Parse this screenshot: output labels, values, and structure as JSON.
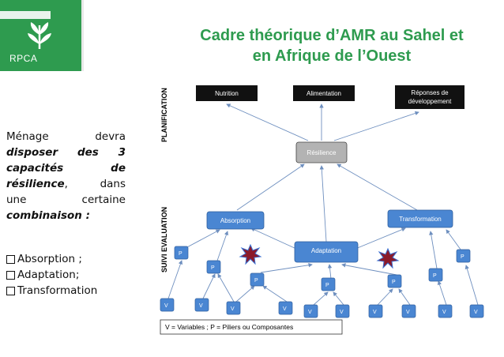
{
  "brand": {
    "logo_text": "RPCA",
    "accent": "#2e9b4f"
  },
  "title": {
    "line1": "Cadre théorique d’AMR au Sahel et",
    "line2": "en Afrique de l’Ouest"
  },
  "left_text": {
    "l1a": "Ménage",
    "l1b": "devra",
    "l2a": "disposer",
    "l2b": "des",
    "l2c": "3",
    "l3a": "capacités",
    "l3b": "de",
    "l4a": "résilience",
    "l4b": ",",
    "l4c": "dans",
    "l5a": "une",
    "l5b": "certaine",
    "l6": "combinaison :"
  },
  "bullets": [
    {
      "text": "Absorption ;",
      "suffix": ""
    },
    {
      "text": "Adaptation",
      "suffix": " ;"
    },
    {
      "text": "Transformation",
      "suffix": ""
    }
  ],
  "diagram": {
    "side_labels": {
      "planification": "PLANIFICATION",
      "suivi": "SUIVI EVALUATION"
    },
    "top_boxes": [
      "Nutrition",
      "Alimentation",
      "Réponses de",
      "développement"
    ],
    "resilience": "Résilience",
    "capacities": {
      "absorption": "Absorption",
      "adaptation": "Adaptation",
      "transformation": "Transformation"
    },
    "pillar_label": "P",
    "variable_label": "V",
    "legend": "V = Variables ; P = Piliers ou Composantes",
    "colors": {
      "dark": "#111111",
      "gray": "#b3b3b3",
      "blue": "#4a86d2",
      "arrow": "#6e8fbf",
      "star": "#8b1a2a"
    }
  }
}
